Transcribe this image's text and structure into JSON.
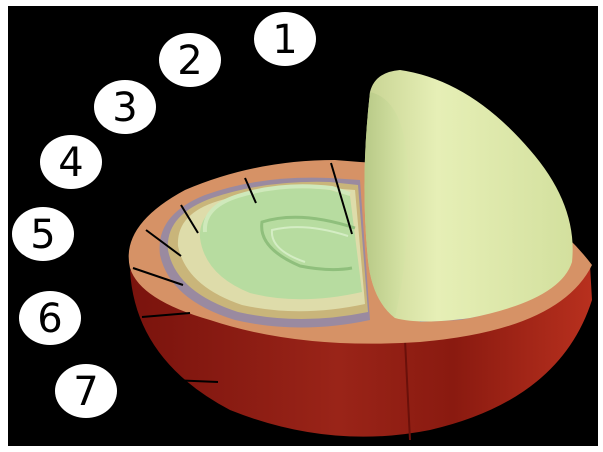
{
  "diagram": {
    "labels": [
      {
        "id": 1,
        "text": "1"
      },
      {
        "id": 2,
        "text": "2"
      },
      {
        "id": 3,
        "text": "3"
      },
      {
        "id": 4,
        "text": "4"
      },
      {
        "id": 5,
        "text": "5"
      },
      {
        "id": 6,
        "text": "6"
      },
      {
        "id": 7,
        "text": "7"
      }
    ]
  },
  "colors": {
    "background": "#000000",
    "frame": "#ffffff",
    "exocarp": "#8c1a12",
    "mesocarp": "#d69266",
    "silverskin": "#9a8aa0",
    "parchment": "#d8d59a",
    "endosperm": "#b7dca0",
    "seed_half": "#dde9ac",
    "label_circle": "#ffffff"
  }
}
